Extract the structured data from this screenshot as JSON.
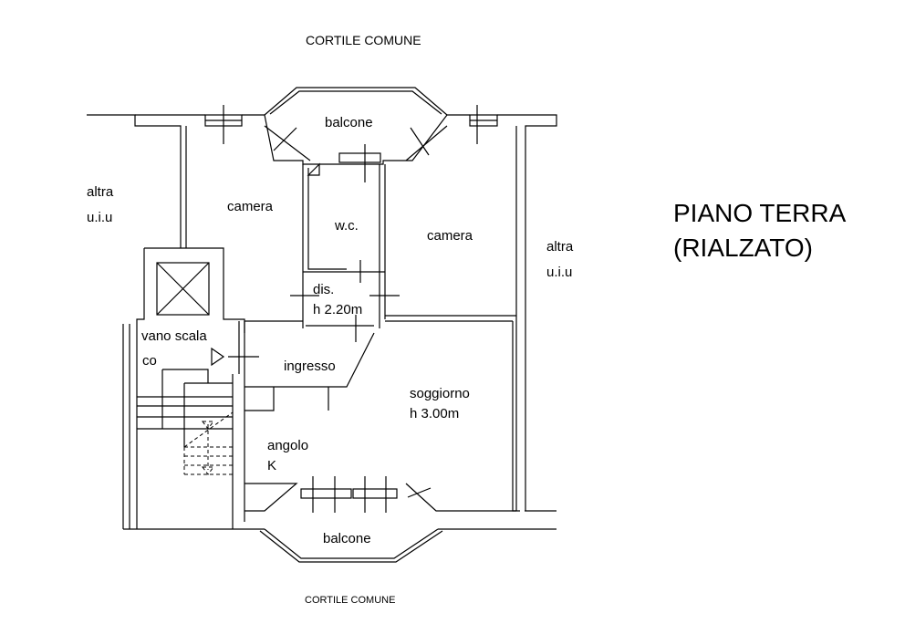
{
  "plan": {
    "title_line1": "PIANO TERRA",
    "title_line2": "(RIALZATO)",
    "top_label": "CORTILE COMUNE",
    "bottom_label": "CORTILE COMUNE",
    "rooms": {
      "balcone_top": "balcone",
      "camera_left": "camera",
      "wc": "w.c.",
      "camera_right": "camera",
      "dis": "dis.",
      "dis_height": "h 2.20m",
      "vano_scala": "vano scala",
      "co": "co",
      "ingresso": "ingresso",
      "soggiorno": "soggiorno",
      "soggiorno_height": "h 3.00m",
      "angolo": "angolo",
      "angolo_k": "K",
      "balcone_bottom": "balcone",
      "altra_left_1": "altra",
      "altra_left_2": "u.i.u",
      "altra_right_1": "altra",
      "altra_right_2": "u.i.u"
    }
  }
}
